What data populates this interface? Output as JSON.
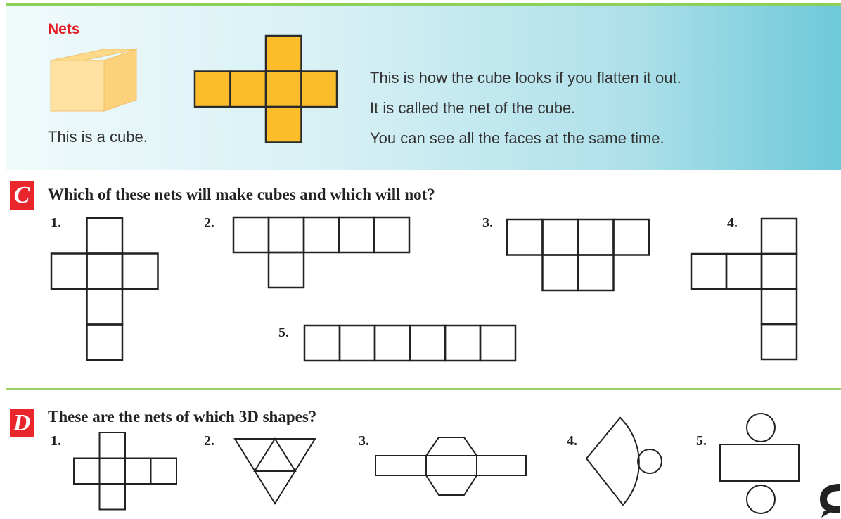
{
  "nets_box": {
    "title": "Nets",
    "cube_caption": "This is a cube.",
    "lines": [
      "This is how the cube looks if you flatten it out.",
      "It is called the net of the cube.",
      "You can see all the faces at the same time."
    ]
  },
  "section_c": {
    "badge": "C",
    "question": "Which of these nets will make cubes and which will not?",
    "labels": [
      "1.",
      "2.",
      "3.",
      "4.",
      "5."
    ]
  },
  "section_d": {
    "badge": "D",
    "question": "These are the nets of which 3D shapes?",
    "labels": [
      "1.",
      "2.",
      "3.",
      "4.",
      "5."
    ]
  },
  "colors": {
    "cube_fill": "#fbbd2a",
    "badge": "#e8262b",
    "title_red": "#e31e24",
    "divider": "#9ad064"
  }
}
